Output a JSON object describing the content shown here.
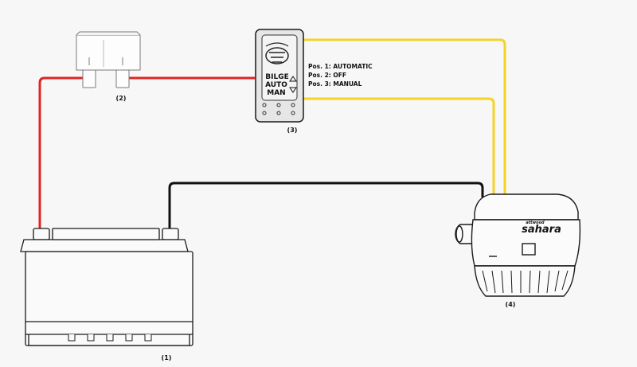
{
  "labels": {
    "battery": "(1)",
    "fuse": "(2)",
    "switch": "(3)",
    "pump": "(4)"
  },
  "switch_face": {
    "line1": "BILGE",
    "line2": "AUTO",
    "line3": "MAN"
  },
  "positions": [
    "Pos. 1: AUTOMATIC",
    "Pos. 2: OFF",
    "Pos. 3: MANUAL"
  ],
  "pump_brand": {
    "prefix": "attwood",
    "name": "sahara"
  },
  "colors": {
    "positive_wire": "#e02424",
    "negative_wire": "#111111",
    "switched_wire": "#f5d328",
    "outline": "#1a1a1a",
    "background": "#f7f7f7"
  }
}
